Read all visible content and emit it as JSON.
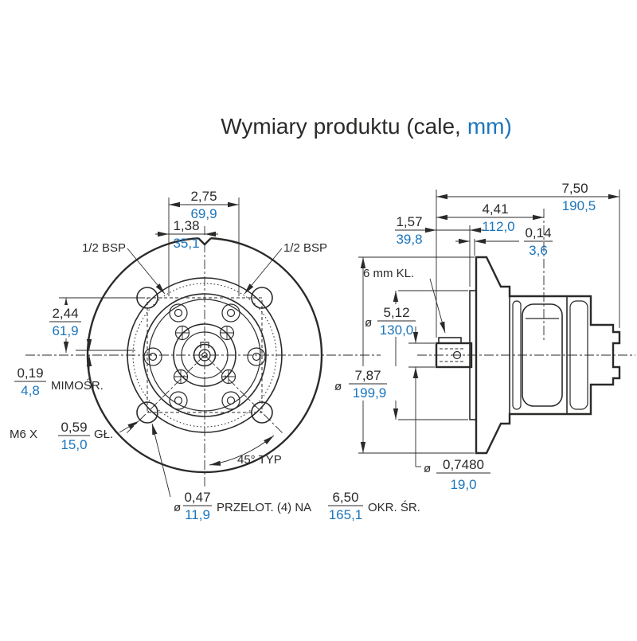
{
  "title": {
    "main": "Wymiary produktu (cale,",
    "mm_part": "mm)"
  },
  "colors": {
    "line": "#2b2a29",
    "mm_blue": "#1b75bc"
  },
  "front_view": {
    "dim_ports": {
      "in": "2,75",
      "mm": "69,9"
    },
    "dim_half": {
      "in": "1,38",
      "mm": "35,1"
    },
    "port_left": "1/2 BSP",
    "port_right": "1/2 BSP",
    "dim_vert": {
      "in": "2,44",
      "mm": "61,9"
    },
    "eccentric": {
      "in": "0,19",
      "mm": "4,8",
      "label": "MIMOŚR."
    },
    "thread": {
      "prefix": "M6 X",
      "in": "0,59",
      "mm": "15,0",
      "suffix": "GŁ."
    },
    "angle": "45° TYP",
    "bolt_note": {
      "dia": "ø",
      "in": "0,47",
      "mm": "11,9",
      "mid": "PRZELOT. (4) NA",
      "in2": "6,50",
      "mm2": "165,1",
      "suffix": "OKR. ŚR."
    }
  },
  "side_view": {
    "dim_total": {
      "in": "7,50",
      "mm": "190,5"
    },
    "dim_body": {
      "in": "4,41",
      "mm": "112,0"
    },
    "dim_shaft_len": {
      "in": "1,57",
      "mm": "39,8"
    },
    "dim_plate": {
      "in": "0,14",
      "mm": "3,6"
    },
    "key_note": "6 mm KL.",
    "dim_pilot": {
      "dia": "ø",
      "in": "5,12",
      "mm": "130,0"
    },
    "dim_flange": {
      "dia": "ø",
      "in": "7,87",
      "mm": "199,9"
    },
    "dim_shaft_dia": {
      "dia": "ø",
      "in": "0,7480",
      "mm": "19,0"
    }
  }
}
